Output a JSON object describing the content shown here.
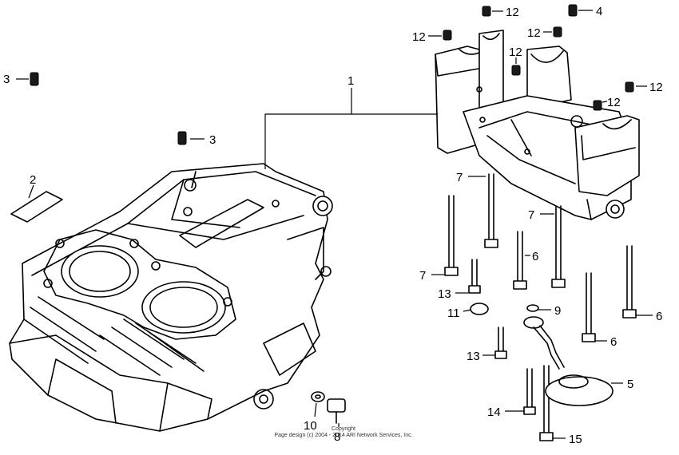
{
  "callouts": {
    "c1": "1",
    "c2": "2",
    "c3a": "3",
    "c3b": "3",
    "c4": "4",
    "c5": "5",
    "c6a": "6",
    "c6b": "6",
    "c6c": "6",
    "c7a": "7",
    "c7b": "7",
    "c7c": "7",
    "c8": "8",
    "c9": "9",
    "c10": "10",
    "c11": "11",
    "c12a": "12",
    "c12b": "12",
    "c12c": "12",
    "c12d": "12",
    "c12e": "12",
    "c12f": "12",
    "c13a": "13",
    "c13b": "13",
    "c14": "14",
    "c15": "15"
  },
  "footer": {
    "line1": "Copyright",
    "line2": "Page design (c) 2004 - 2014 ARI Network Services, Inc."
  }
}
